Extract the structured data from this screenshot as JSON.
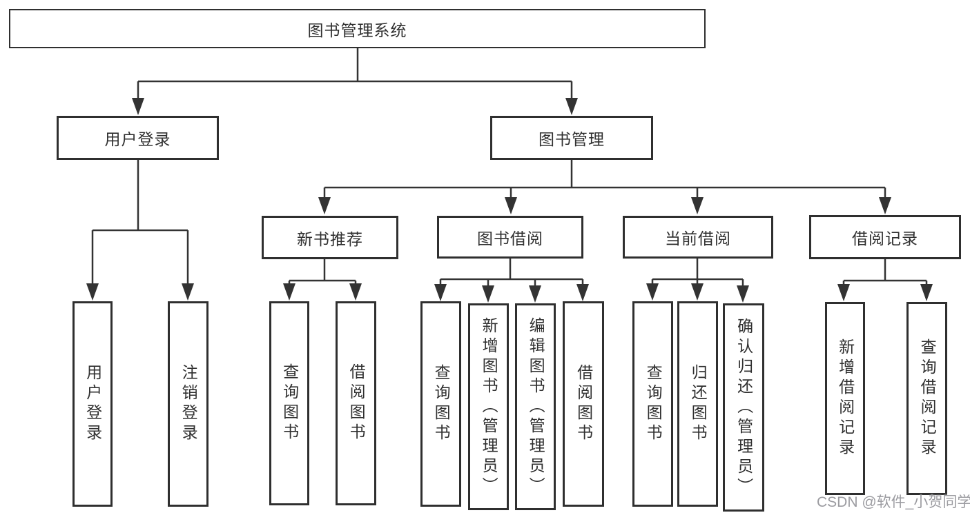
{
  "diagram": {
    "root": {
      "label": "图书管理系统"
    },
    "branches": [
      {
        "label": "用户登录",
        "children": [
          {
            "label": "用户登录"
          },
          {
            "label": "注销登录"
          }
        ]
      },
      {
        "label": "图书管理",
        "children": [
          {
            "label": "新书推荐",
            "children": [
              {
                "label": "查询图书"
              },
              {
                "label": "借阅图书"
              }
            ]
          },
          {
            "label": "图书借阅",
            "children": [
              {
                "label": "查询图书"
              },
              {
                "label": "新增图书（管理员）"
              },
              {
                "label": "编辑图书（管理员）"
              },
              {
                "label": "借阅图书"
              }
            ]
          },
          {
            "label": "当前借阅",
            "children": [
              {
                "label": "查询图书"
              },
              {
                "label": "归还图书"
              },
              {
                "label": "确认归还（管理员）"
              }
            ]
          },
          {
            "label": "借阅记录",
            "children": [
              {
                "label": "新增借阅记录"
              },
              {
                "label": "查询借阅记录"
              }
            ]
          }
        ]
      }
    ]
  },
  "watermark": {
    "text": "CSDN @软件_小贺同学"
  },
  "colors": {
    "line": "#333333",
    "border": "#2f2f2f",
    "text": "#303030",
    "watermark": "#9b9ba0",
    "background": "#ffffff"
  }
}
